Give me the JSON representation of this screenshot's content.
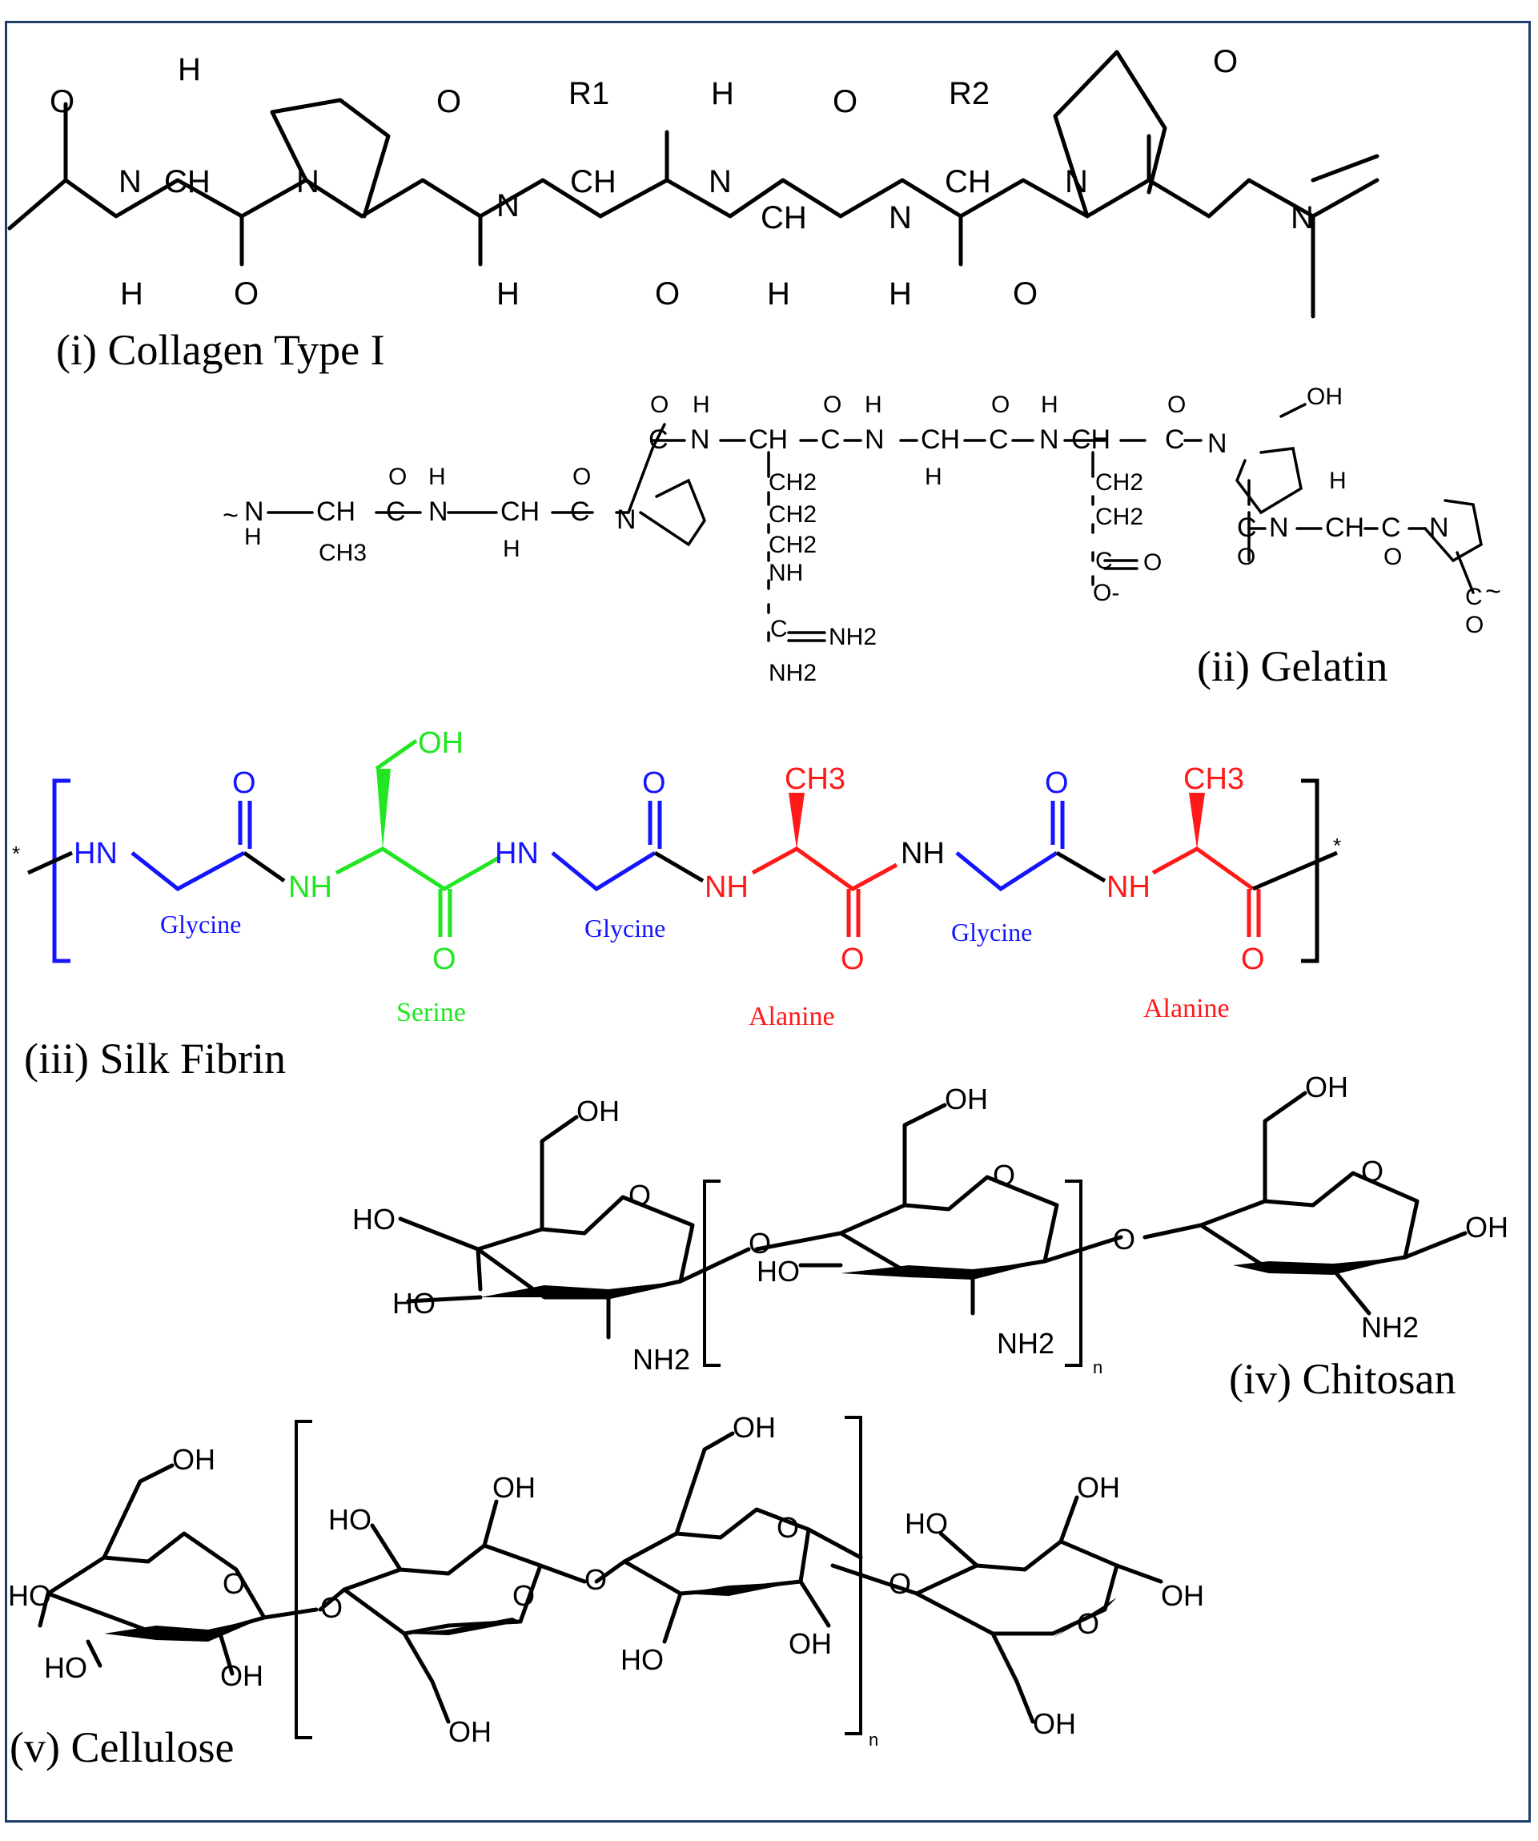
{
  "captions": {
    "collagen": "(i) Collagen Type I",
    "gelatin": "(ii) Gelatin",
    "silk": "(iii) Silk Fibrin",
    "chitosan": "(iv) Chitosan",
    "cellulose": "(v) Cellulose"
  },
  "residues": {
    "glycine": "Glycine",
    "serine": "Serine",
    "alanine": "Alanine"
  },
  "atoms": {
    "O": "O",
    "N": "N",
    "H": "H",
    "CH": "CH",
    "R1": "R1",
    "R2": "R2",
    "HN": "HN",
    "NH": "NH",
    "OH": "OH",
    "HO": "HO",
    "CH2": "CH2",
    "CH3": "CH3",
    "NH2": "NH2",
    "C": "C",
    "O_minus": "O-",
    "NH2_imine": "=NH2",
    "star": "*",
    "n": "n",
    "wave": "~"
  },
  "colors": {
    "frame": "#1f3d6b",
    "glycine": "#1414ff",
    "serine": "#22e622",
    "alanine": "#ff1a1a",
    "bond": "#000000"
  }
}
